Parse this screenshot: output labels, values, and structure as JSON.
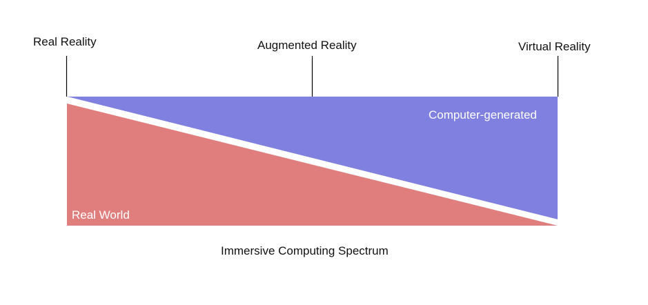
{
  "diagram": {
    "labels": {
      "left": "Real Reality",
      "middle": "Augmented Reality",
      "right": "Virtual Reality"
    },
    "regions": {
      "computer_generated": {
        "label": "Computer-generated",
        "color": "#8080e0"
      },
      "real_world": {
        "label": "Real World",
        "color": "#e07e7e"
      }
    },
    "caption": "Immersive Computing Spectrum"
  }
}
